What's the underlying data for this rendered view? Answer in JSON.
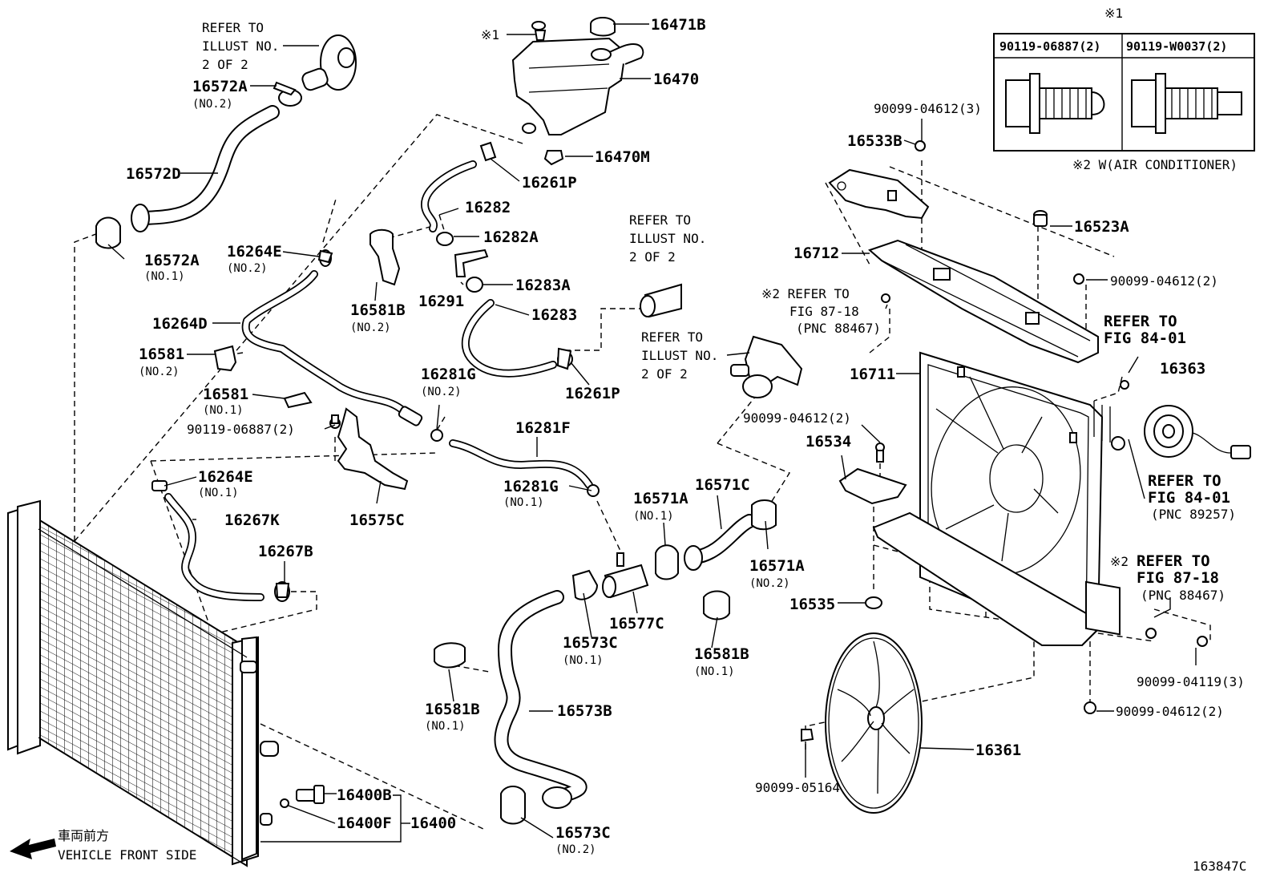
{
  "labels": [
    {
      "key": "refer-illust-top-1",
      "text": "REFER TO"
    },
    {
      "key": "refer-illust-top-2",
      "text": "ILLUST NO."
    },
    {
      "key": "refer-illust-top-3",
      "text": "2 OF 2"
    },
    {
      "key": "p16572a-2",
      "text": "16572A"
    },
    {
      "key": "p16572a-2-sub",
      "text": "(NO.2)"
    },
    {
      "key": "p16572d",
      "text": "16572D"
    },
    {
      "key": "p16572a-1",
      "text": "16572A"
    },
    {
      "key": "p16572a-1-sub",
      "text": "(NO.1)"
    },
    {
      "key": "p16264e-2",
      "text": "16264E"
    },
    {
      "key": "p16264e-2-sub",
      "text": "(NO.2)"
    },
    {
      "key": "p16264d",
      "text": "16264D"
    },
    {
      "key": "p16581-2",
      "text": "16581"
    },
    {
      "key": "p16581-2-sub",
      "text": "(NO.2)"
    },
    {
      "key": "p16581-1",
      "text": "16581"
    },
    {
      "key": "p16581-1-sub",
      "text": "(NO.1)"
    },
    {
      "key": "p90119-06887",
      "text": "90119-06887(2)"
    },
    {
      "key": "p16264e-1",
      "text": "16264E"
    },
    {
      "key": "p16264e-1-sub",
      "text": "(NO.1)"
    },
    {
      "key": "p16267k",
      "text": "16267K"
    },
    {
      "key": "p16267b",
      "text": "16267B"
    },
    {
      "key": "p16575c",
      "text": "16575C"
    },
    {
      "key": "mark1-left",
      "text": "※1"
    },
    {
      "key": "p16471b",
      "text": "16471B"
    },
    {
      "key": "p16470",
      "text": "16470"
    },
    {
      "key": "p16470m",
      "text": "16470M"
    },
    {
      "key": "p16261p-top",
      "text": "16261P"
    },
    {
      "key": "p16282",
      "text": "16282"
    },
    {
      "key": "p16282a",
      "text": "16282A"
    },
    {
      "key": "p16291",
      "text": "16291"
    },
    {
      "key": "p16283a",
      "text": "16283A"
    },
    {
      "key": "p16283",
      "text": "16283"
    },
    {
      "key": "p16581b-2",
      "text": "16581B"
    },
    {
      "key": "p16581b-2-sub",
      "text": "(NO.2)"
    },
    {
      "key": "p16261p-bot",
      "text": "16261P"
    },
    {
      "key": "refer-mid-1",
      "text": "REFER TO"
    },
    {
      "key": "refer-mid-2",
      "text": "ILLUST NO."
    },
    {
      "key": "refer-mid-3",
      "text": "2 OF 2"
    },
    {
      "key": "refer-low-1",
      "text": "REFER TO"
    },
    {
      "key": "refer-low-2",
      "text": "ILLUST NO."
    },
    {
      "key": "refer-low-3",
      "text": "2 OF 2"
    },
    {
      "key": "p16281g-2",
      "text": "16281G"
    },
    {
      "key": "p16281g-2-sub",
      "text": "(NO.2)"
    },
    {
      "key": "p16281f",
      "text": "16281F"
    },
    {
      "key": "p16281g-1",
      "text": "16281G"
    },
    {
      "key": "p16281g-1-sub",
      "text": "(NO.1)"
    },
    {
      "key": "p16571a-1",
      "text": "16571A"
    },
    {
      "key": "p16571a-1-sub",
      "text": "(NO.1)"
    },
    {
      "key": "p16571c",
      "text": "16571C"
    },
    {
      "key": "p16571a-2",
      "text": "16571A"
    },
    {
      "key": "p16571a-2-sub",
      "text": "(NO.2)"
    },
    {
      "key": "p16577c",
      "text": "16577C"
    },
    {
      "key": "p16573c-1",
      "text": "16573C"
    },
    {
      "key": "p16573c-1-sub",
      "text": "(NO.1)"
    },
    {
      "key": "p16581b-1a",
      "text": "16581B"
    },
    {
      "key": "p16581b-1a-sub",
      "text": "(NO.1)"
    },
    {
      "key": "p16581b-1b",
      "text": "16581B"
    },
    {
      "key": "p16581b-1b-sub",
      "text": "(NO.1)"
    },
    {
      "key": "p16573b",
      "text": "16573B"
    },
    {
      "key": "p16400b",
      "text": "16400B"
    },
    {
      "key": "p16400f",
      "text": "16400F"
    },
    {
      "key": "p16400",
      "text": "16400"
    },
    {
      "key": "p16573c-2",
      "text": "16573C"
    },
    {
      "key": "p16573c-2-sub",
      "text": "(NO.2)"
    },
    {
      "key": "front-jp",
      "text": "車両前方"
    },
    {
      "key": "front-en",
      "text": "VEHICLE FRONT SIDE"
    },
    {
      "key": "mark1-table",
      "text": "※1"
    },
    {
      "key": "tbl-col1",
      "text": "90119-06887(2)"
    },
    {
      "key": "tbl-col2",
      "text": "90119-W0037(2)"
    },
    {
      "key": "note-ac",
      "text": "※2 W(AIR CONDITIONER)"
    },
    {
      "key": "p90099-04612-3",
      "text": "90099-04612(3)"
    },
    {
      "key": "p16533b",
      "text": "16533B"
    },
    {
      "key": "p16523a",
      "text": "16523A"
    },
    {
      "key": "p16712",
      "text": "16712"
    },
    {
      "key": "p90099-04612-2a",
      "text": "90099-04612(2)"
    },
    {
      "key": "ref-fig87-a-1",
      "text": "※2 REFER TO"
    },
    {
      "key": "ref-fig87-a-2",
      "text": "FIG 87-18"
    },
    {
      "key": "ref-fig87-a-3",
      "text": "(PNC 88467)"
    },
    {
      "key": "ref-fig84-a-1",
      "text": "REFER TO"
    },
    {
      "key": "ref-fig84-a-2",
      "text": "FIG 84-01"
    },
    {
      "key": "p16363",
      "text": "16363"
    },
    {
      "key": "p16711",
      "text": "16711"
    },
    {
      "key": "p90099-04612-2b",
      "text": "90099-04612(2)"
    },
    {
      "key": "p16534",
      "text": "16534"
    },
    {
      "key": "ref-fig84-b-1",
      "text": "REFER TO"
    },
    {
      "key": "ref-fig84-b-2",
      "text": "FIG 84-01"
    },
    {
      "key": "ref-fig84-b-3",
      "text": "(PNC 89257)"
    },
    {
      "key": "ref-fig87-b-0",
      "text": "※2"
    },
    {
      "key": "ref-fig87-b-1",
      "text": "REFER TO"
    },
    {
      "key": "ref-fig87-b-2",
      "text": "FIG 87-18"
    },
    {
      "key": "ref-fig87-b-3",
      "text": "(PNC 88467)"
    },
    {
      "key": "p16535",
      "text": "16535"
    },
    {
      "key": "p90099-04119",
      "text": "90099-04119(3)"
    },
    {
      "key": "p90099-04612-2c",
      "text": "90099-04612(2)"
    },
    {
      "key": "p16361",
      "text": "16361"
    },
    {
      "key": "p90099-05164",
      "text": "90099-05164"
    },
    {
      "key": "figure-id",
      "text": "163847C"
    }
  ]
}
